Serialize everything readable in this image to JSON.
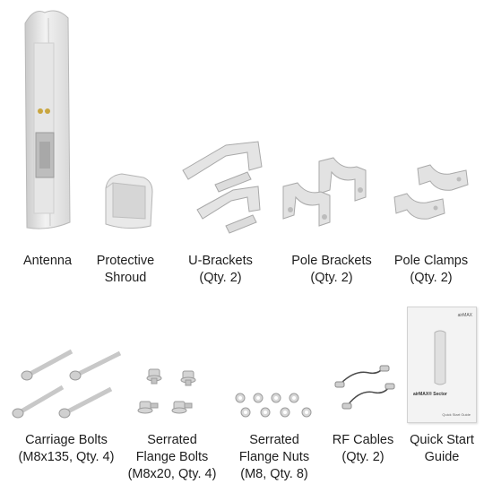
{
  "items": [
    {
      "key": "antenna",
      "lines": [
        "Antenna"
      ]
    },
    {
      "key": "shroud",
      "lines": [
        "Protective",
        "Shroud"
      ]
    },
    {
      "key": "ubrackets",
      "lines": [
        "U-Brackets",
        "(Qty. 2)"
      ]
    },
    {
      "key": "polebrackets",
      "lines": [
        "Pole Brackets",
        "(Qty. 2)"
      ]
    },
    {
      "key": "poleclamps",
      "lines": [
        "Pole Clamps",
        "(Qty. 2)"
      ]
    },
    {
      "key": "carriagebolts",
      "lines": [
        "Carriage Bolts",
        "(M8x135, Qty. 4)"
      ]
    },
    {
      "key": "flangebolts",
      "lines": [
        "Serrated",
        "Flange Bolts",
        "(M8x20, Qty. 4)"
      ]
    },
    {
      "key": "flangenuts",
      "lines": [
        "Serrated",
        "Flange Nuts",
        "(M8, Qty. 8)"
      ]
    },
    {
      "key": "rfcables",
      "lines": [
        "RF Cables",
        "(Qty. 2)"
      ]
    },
    {
      "key": "quickstart",
      "lines": [
        "Quick Start",
        "Guide"
      ]
    }
  ],
  "guide_cover": {
    "brand": "airMAX",
    "title": "airMAX® Sector",
    "subtitle": "Quick Start Guide"
  }
}
